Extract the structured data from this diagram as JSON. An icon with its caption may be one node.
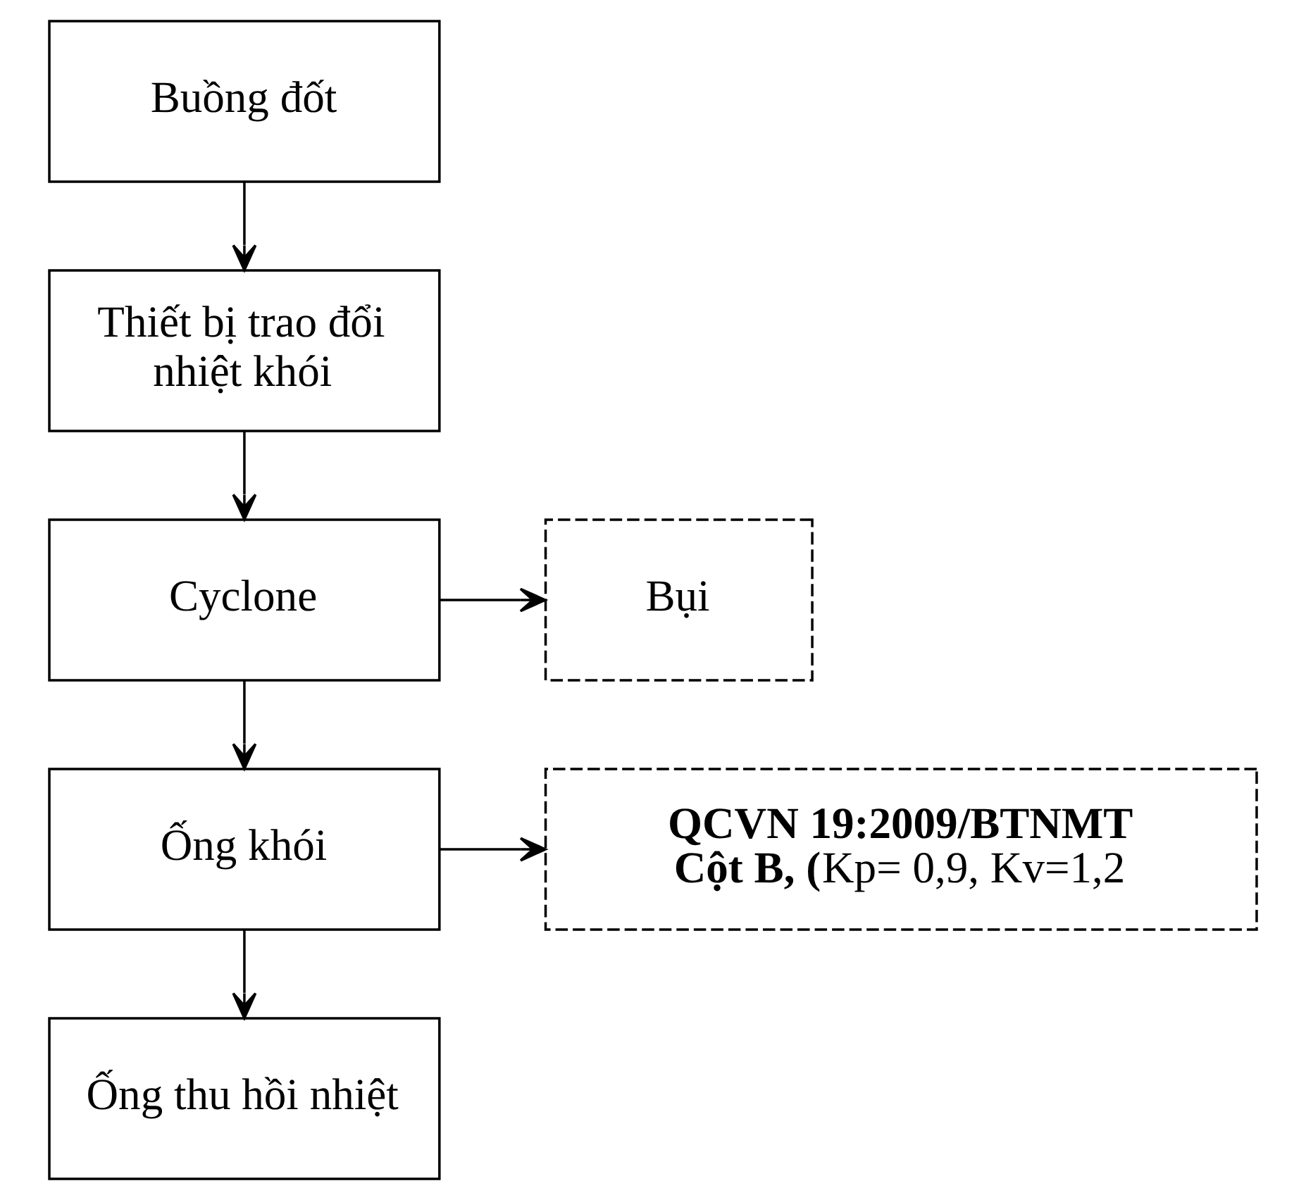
{
  "diagram": {
    "nodes": [
      {
        "text": [
          "Buồng đốt"
        ]
      },
      {
        "text": [
          "Thiết bị trao đổi nhiệt khói"
        ]
      },
      {
        "text": [
          "Cyclone"
        ]
      },
      {
        "text": [
          "Bụi"
        ]
      },
      {
        "text": [
          "Ống khói"
        ]
      },
      {
        "text": [
          "QCVN 19:2009/BTNMT",
          "**Cột B, (**Kp= 0,9, Kv=1,2"
        ]
      },
      {
        "text": [
          "Ống thu hồi nhiệt"
        ]
      }
    ],
    "edges": [
      {
        "from": 0,
        "to": 1,
        "arrow": "to"
      },
      {
        "from": 1,
        "to": 2,
        "arrow": "to"
      },
      {
        "from": 2,
        "to": 3,
        "arrow": "to"
      },
      {
        "from": 2,
        "to": 4,
        "arrow": "to"
      },
      {
        "from": 4,
        "to": 5,
        "arrow": "to"
      },
      {
        "from": 4,
        "to": 6,
        "arrow": "to"
      }
    ]
  }
}
